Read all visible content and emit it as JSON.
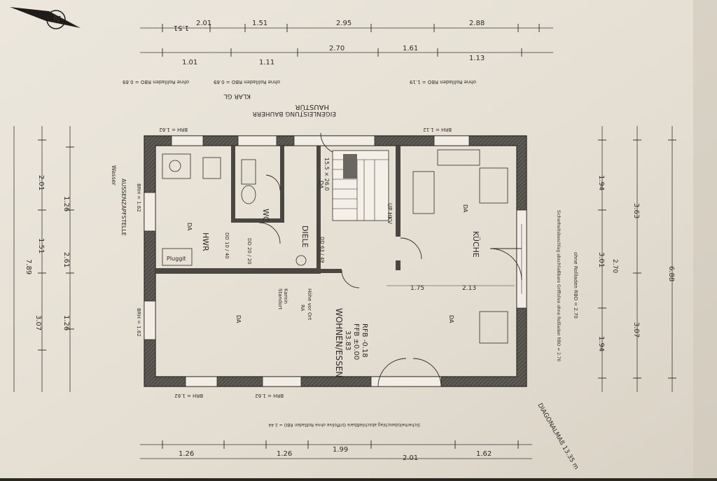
{
  "plan": {
    "rooms": {
      "hwr": "HWR",
      "wc": "WC",
      "diele": "DIELE",
      "kueche": "KÜCHE",
      "wohnen": "WOHNEN/ESSEN",
      "area": "33.83",
      "ffb": "FFB ±0.00",
      "rfb": "RFB -0.18",
      "haustuer": "HAUSTÜR",
      "eigen": "EIGENLEISTUNG BAUHERR",
      "aussen": "AUSSENZAPFSTELLE",
      "wasser": "Wasser",
      "kamin1": "Standort",
      "kamin2": "Kamin",
      "ra": "RA",
      "ra2": "Höhe vor Ort",
      "pluggit": "Pluggit",
      "up": "UP HKV",
      "dd1": "DD 10 / 40",
      "dd2": "DD 20 / 20",
      "dd3": "DD 63 / 49",
      "diag": "DIAGONALMAß 13.35 m",
      "da": "DA",
      "klar": "KLAR GL",
      "stair": "15.5 × 26.0"
    },
    "windows": {
      "w_top1": "BRH = 1.62",
      "w_top2": "BRH = 1.12",
      "w_bot1": "BRH = 1.62",
      "w_bot2": "BRH = 1.62",
      "w_left1": "BRH = 1.62",
      "w_left2": "BRH = 1.62",
      "w_right": "Sicherheitsbeschlag abschließbare Griffolive ohne Rollladen RBO = 2.70",
      "w_door": "Sicherheitsbeschlag abschließbare Griffolive ohne Rollladen RBO = 2.44",
      "rolllade1": "ohne Rollladen RBO = 0.69",
      "rolllade2": "ohne Rollladen RBO = 0.69",
      "rolllade3": "ohne Rollladen RBO = 1.19",
      "rolllade4": "ohne Rollladen RBO = 2.70"
    },
    "dims": {
      "top_row1": [
        "1.51",
        "2.01",
        "1.51",
        "2.95",
        "2.88"
      ],
      "top_row2": [
        "1.01",
        "1.11",
        "2.70",
        "1.61",
        "1.13"
      ],
      "bottom_row": [
        "1.26",
        "1.26",
        "1.99",
        "2.01",
        "1.62"
      ],
      "left_col1": [
        "7.89",
        "3.07",
        "1.51",
        "2.61"
      ],
      "left_col2": [
        "2.01",
        "1.26",
        "1.26"
      ],
      "right_col1": [
        "1.94",
        "3.01",
        "1.94"
      ],
      "right_col2": [
        "3.63",
        "3.07"
      ],
      "right_col3": [
        "6.88"
      ],
      "inner": [
        "2.13",
        "1.75",
        "2.70"
      ]
    }
  }
}
